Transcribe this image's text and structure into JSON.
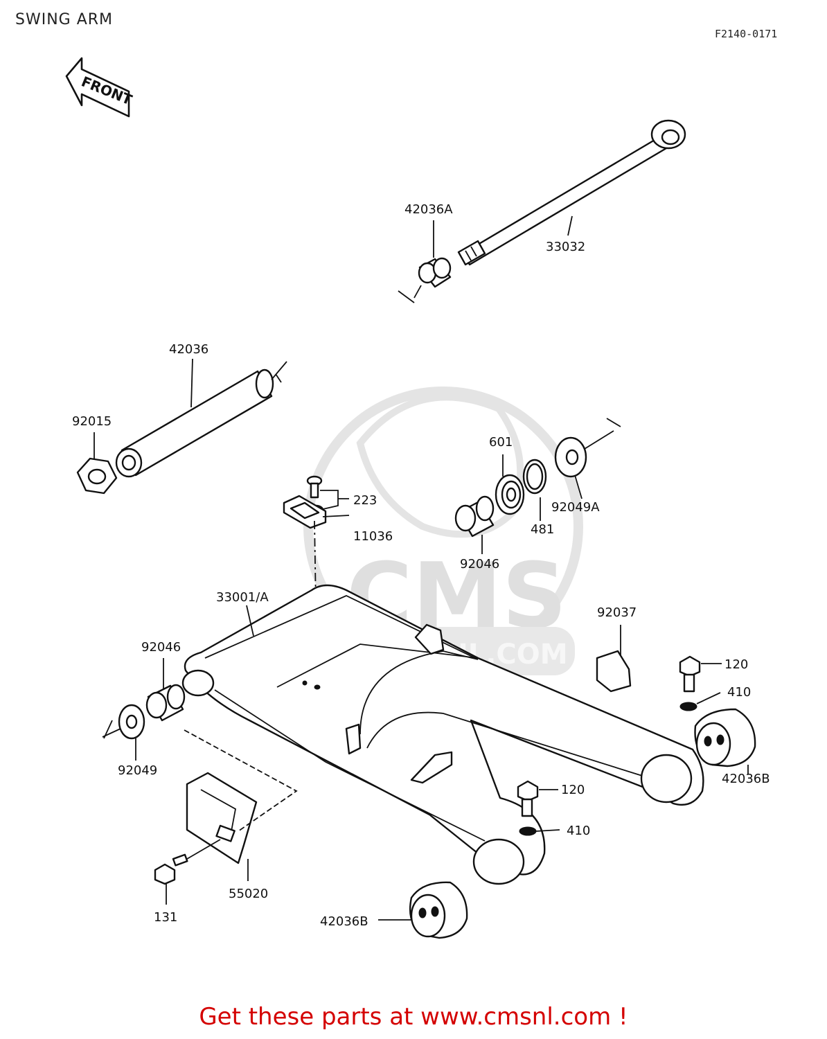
{
  "header": {
    "title": "SWING ARM",
    "figure_code": "F2140-0171"
  },
  "front_arrow": {
    "label": "FRONT"
  },
  "watermark": {
    "brand": "CMS",
    "url": "WWW.CMSNL.COM"
  },
  "parts": [
    {
      "id": "p-42036A",
      "number": "42036A"
    },
    {
      "id": "p-33032",
      "number": "33032"
    },
    {
      "id": "p-42036",
      "number": "42036"
    },
    {
      "id": "p-92015",
      "number": "92015"
    },
    {
      "id": "p-601",
      "number": "601"
    },
    {
      "id": "p-223",
      "number": "223"
    },
    {
      "id": "p-92049A",
      "number": "92049A"
    },
    {
      "id": "p-11036",
      "number": "11036"
    },
    {
      "id": "p-481",
      "number": "481"
    },
    {
      "id": "p-92046-upper",
      "number": "92046"
    },
    {
      "id": "p-33001A",
      "number": "33001/A"
    },
    {
      "id": "p-92037",
      "number": "92037"
    },
    {
      "id": "p-92046-lower",
      "number": "92046"
    },
    {
      "id": "p-120-upper",
      "number": "120"
    },
    {
      "id": "p-410-upper",
      "number": "410"
    },
    {
      "id": "p-92049",
      "number": "92049"
    },
    {
      "id": "p-42036B-right",
      "number": "42036B"
    },
    {
      "id": "p-120-lower",
      "number": "120"
    },
    {
      "id": "p-410-lower",
      "number": "410"
    },
    {
      "id": "p-55020",
      "number": "55020"
    },
    {
      "id": "p-131",
      "number": "131"
    },
    {
      "id": "p-42036B-lower",
      "number": "42036B"
    }
  ],
  "footer": {
    "text": "Get these parts at www.cmsnl.com !"
  }
}
